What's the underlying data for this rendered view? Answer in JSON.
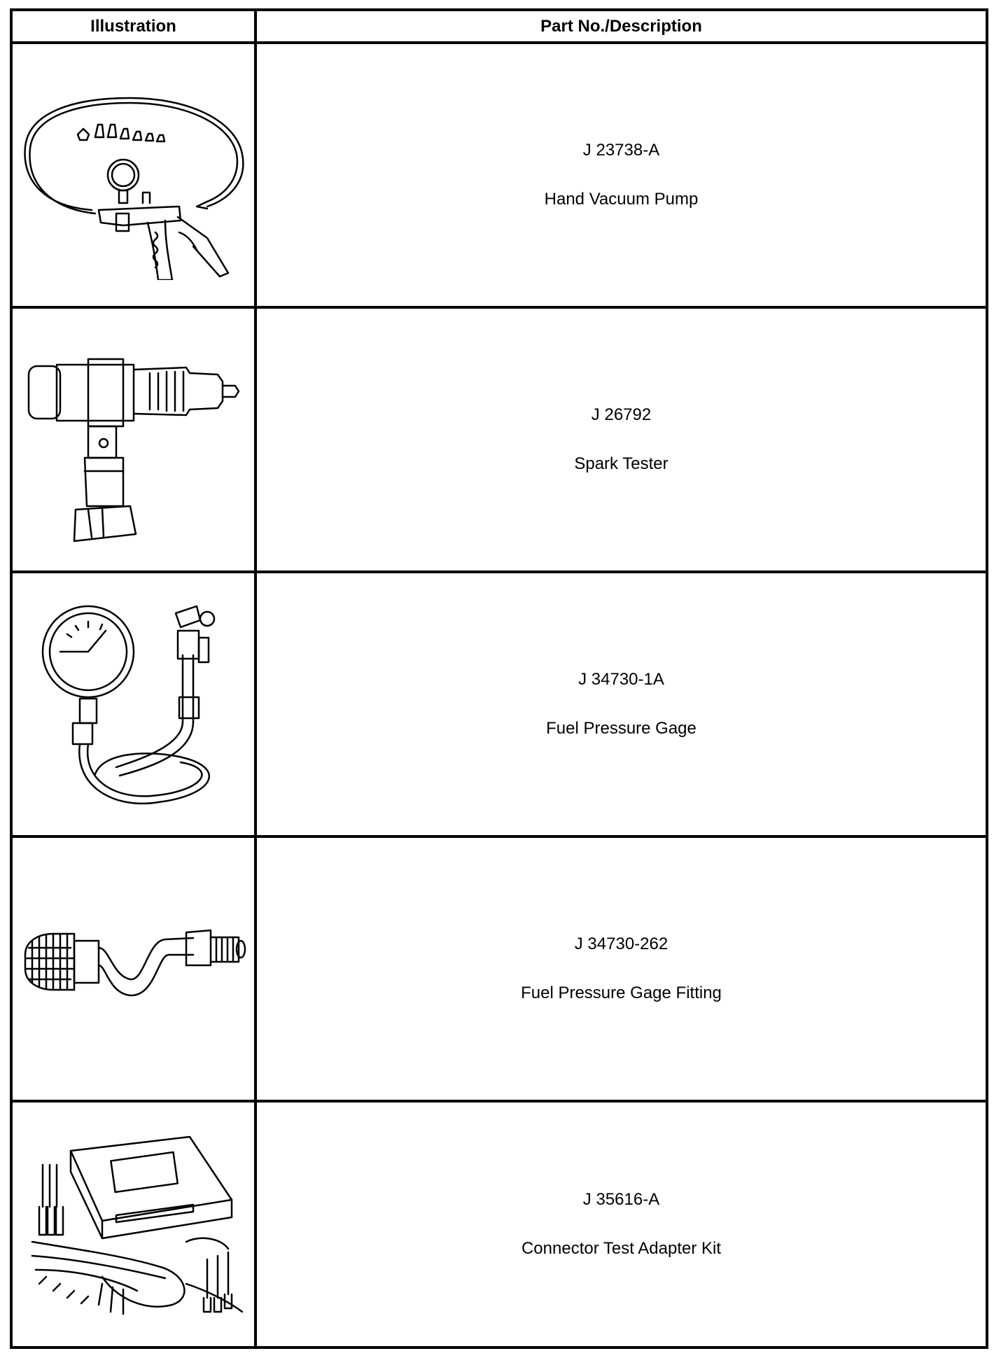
{
  "table": {
    "headers": {
      "illustration": "Illustration",
      "description": "Part No./Description"
    },
    "rows": [
      {
        "part_no": "J 23738-A",
        "description": "Hand Vacuum Pump",
        "icon": "hand-vacuum-pump-icon"
      },
      {
        "part_no": "J 26792",
        "description": "Spark Tester",
        "icon": "spark-tester-icon"
      },
      {
        "part_no": "J 34730-1A",
        "description": "Fuel Pressure Gage",
        "icon": "fuel-pressure-gage-icon"
      },
      {
        "part_no": "J 34730-262",
        "description": "Fuel Pressure Gage Fitting",
        "icon": "gage-fitting-icon"
      },
      {
        "part_no": "J 35616-A",
        "description": "Connector Test Adapter Kit",
        "icon": "test-adapter-kit-icon"
      }
    ]
  }
}
